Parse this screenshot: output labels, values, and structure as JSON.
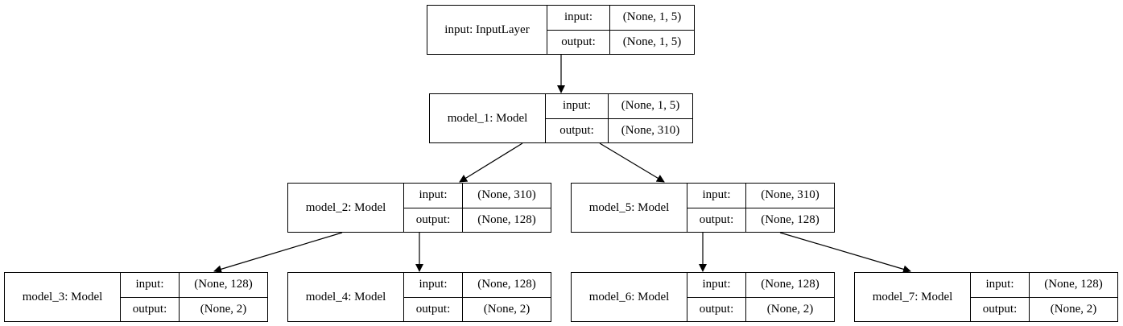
{
  "diagram": {
    "nodes": [
      {
        "id": "input",
        "name": "input: InputLayer",
        "input_label": "input:",
        "input_shape": "(None, 1, 5)",
        "output_label": "output:",
        "output_shape": "(None, 1, 5)"
      },
      {
        "id": "model_1",
        "name": "model_1: Model",
        "input_label": "input:",
        "input_shape": "(None, 1, 5)",
        "output_label": "output:",
        "output_shape": "(None, 310)"
      },
      {
        "id": "model_2",
        "name": "model_2: Model",
        "input_label": "input:",
        "input_shape": "(None, 310)",
        "output_label": "output:",
        "output_shape": "(None, 128)"
      },
      {
        "id": "model_5",
        "name": "model_5: Model",
        "input_label": "input:",
        "input_shape": "(None, 310)",
        "output_label": "output:",
        "output_shape": "(None, 128)"
      },
      {
        "id": "model_3",
        "name": "model_3: Model",
        "input_label": "input:",
        "input_shape": "(None, 128)",
        "output_label": "output:",
        "output_shape": "(None, 2)"
      },
      {
        "id": "model_4",
        "name": "model_4: Model",
        "input_label": "input:",
        "input_shape": "(None, 128)",
        "output_label": "output:",
        "output_shape": "(None, 2)"
      },
      {
        "id": "model_6",
        "name": "model_6: Model",
        "input_label": "input:",
        "input_shape": "(None, 128)",
        "output_label": "output:",
        "output_shape": "(None, 2)"
      },
      {
        "id": "model_7",
        "name": "model_7: Model",
        "input_label": "input:",
        "input_shape": "(None, 128)",
        "output_label": "output:",
        "output_shape": "(None, 2)"
      }
    ],
    "edges": [
      {
        "from": "input",
        "to": "model_1"
      },
      {
        "from": "model_1",
        "to": "model_2"
      },
      {
        "from": "model_1",
        "to": "model_5"
      },
      {
        "from": "model_2",
        "to": "model_3"
      },
      {
        "from": "model_2",
        "to": "model_4"
      },
      {
        "from": "model_5",
        "to": "model_6"
      },
      {
        "from": "model_5",
        "to": "model_7"
      }
    ]
  }
}
